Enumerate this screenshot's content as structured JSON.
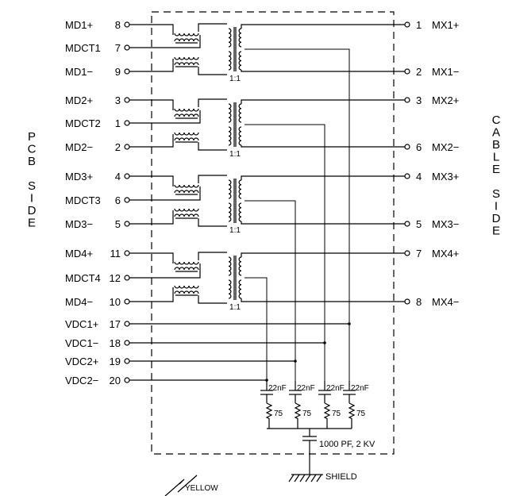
{
  "left_pins": [
    {
      "label": "MD1+",
      "num": "8"
    },
    {
      "label": "MDCT1",
      "num": "7"
    },
    {
      "label": "MD1−",
      "num": "9"
    },
    {
      "label": "MD2+",
      "num": "3"
    },
    {
      "label": "MDCT2",
      "num": "1"
    },
    {
      "label": "MD2−",
      "num": "2"
    },
    {
      "label": "MD3+",
      "num": "4"
    },
    {
      "label": "MDCT3",
      "num": "6"
    },
    {
      "label": "MD3−",
      "num": "5"
    },
    {
      "label": "MD4+",
      "num": "11"
    },
    {
      "label": "MDCT4",
      "num": "12"
    },
    {
      "label": "MD4−",
      "num": "10"
    },
    {
      "label": "VDC1+",
      "num": "17"
    },
    {
      "label": "VDC1−",
      "num": "18"
    },
    {
      "label": "VDC2+",
      "num": "19"
    },
    {
      "label": "VDC2−",
      "num": "20"
    }
  ],
  "right_pins": [
    {
      "num": "1",
      "label": "MX1+"
    },
    {
      "num": "2",
      "label": "MX1−"
    },
    {
      "num": "3",
      "label": "MX2+"
    },
    {
      "num": "6",
      "label": "MX2−"
    },
    {
      "num": "4",
      "label": "MX3+"
    },
    {
      "num": "5",
      "label": "MX3−"
    },
    {
      "num": "7",
      "label": "MX4+"
    },
    {
      "num": "8",
      "label": "MX4−"
    }
  ],
  "side_labels": {
    "pcb": [
      "P",
      "C",
      "B",
      "",
      "S",
      "I",
      "D",
      "E"
    ],
    "cable": [
      "C",
      "A",
      "B",
      "L",
      "E",
      "",
      "S",
      "I",
      "D",
      "E"
    ]
  },
  "ratio_label": "1:1",
  "capacitor_label": "22nF",
  "resistor_label": "75",
  "hv_cap_label": "1000 PF, 2 KV",
  "shield_label": "SHIELD",
  "led_label": "YELLOW"
}
